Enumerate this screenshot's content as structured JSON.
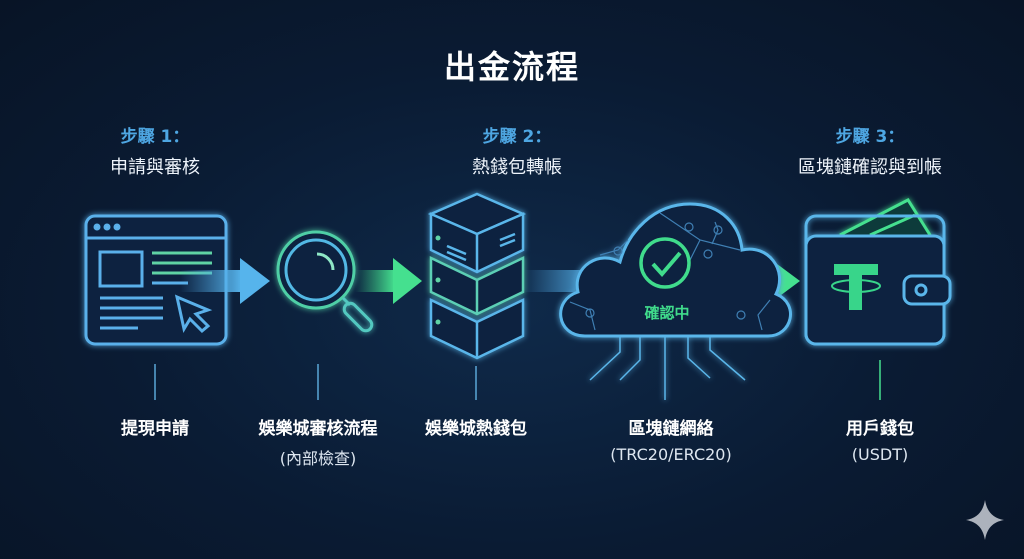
{
  "title": "出金流程",
  "steps": [
    {
      "number": "步驟 1：",
      "subtitle": "申請與審核"
    },
    {
      "number": "步驟 2：",
      "subtitle": "熱錢包轉帳"
    },
    {
      "number": "步驟 3：",
      "subtitle": "區塊鏈確認與到帳"
    }
  ],
  "nodes": [
    {
      "label": "提現申請",
      "note": ""
    },
    {
      "label": "娛樂城審核流程",
      "note": "(內部檢查)"
    },
    {
      "label": "娛樂城熱錢包",
      "note": ""
    },
    {
      "label": "區塊鏈網絡",
      "note": "(TRC20/ERC20)"
    },
    {
      "label": "用戶錢包",
      "note": "(USDT)"
    }
  ],
  "cloud_status": "確認中",
  "colors": {
    "background": "#0a1b33",
    "blue": "#4ea6e2",
    "green": "#3fd98a"
  }
}
